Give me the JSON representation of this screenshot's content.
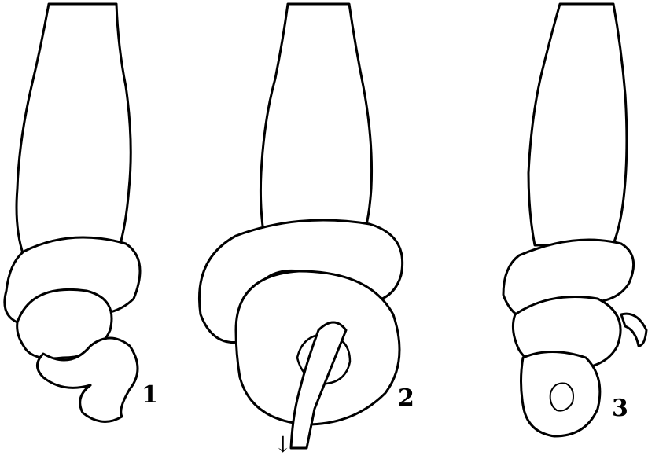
{
  "labels": {
    "knot_1": "1",
    "knot_2": "2",
    "knot_3": "3"
  },
  "arrow": {
    "glyph": "↓"
  },
  "ink_color": "#000000",
  "paper_color": "#ffffff"
}
